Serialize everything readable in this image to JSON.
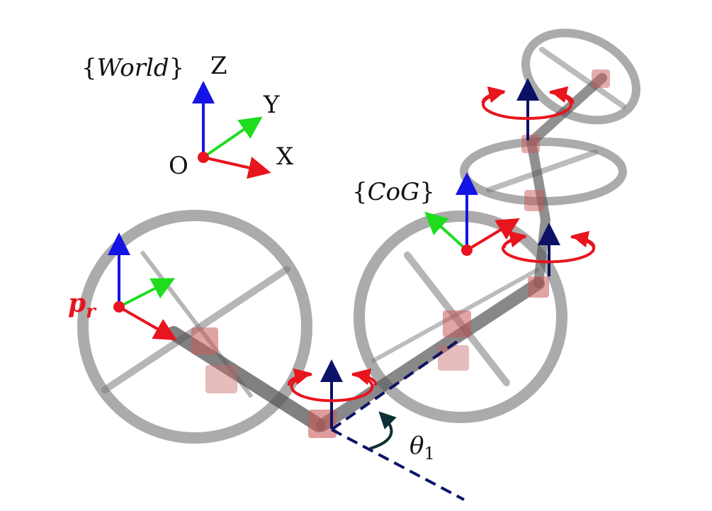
{
  "world_frame": {
    "label_prefix": "{",
    "label_name": "World",
    "label_suffix": "}",
    "axes": {
      "z": "Z",
      "y": "Y",
      "x": "X"
    },
    "origin": "O"
  },
  "cog_frame": {
    "label_prefix": "{",
    "label_name": "CoG",
    "label_suffix": "}"
  },
  "point_label": {
    "base": "p",
    "subscript": "r"
  },
  "angle_label": {
    "base": "θ",
    "subscript": "1"
  },
  "colors": {
    "x_axis": "#e8141e",
    "y_axis": "#1fdc1f",
    "z_axis": "#1414e6",
    "thrust_arrow": "#0b1266",
    "rotation_arrow": "#e8141e",
    "dashed_line": "#0b1266",
    "angle_arc": "#0e2f36",
    "point": "#e8141e",
    "ring": "#8f8f8f",
    "frame_link": "#4a4a4a"
  }
}
